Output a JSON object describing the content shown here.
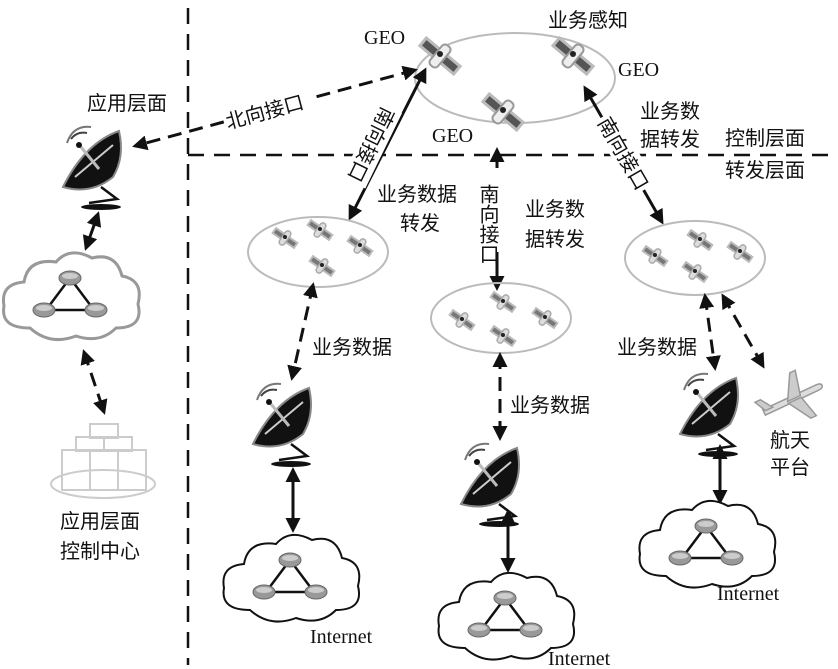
{
  "diagram": {
    "planes": {
      "application": "应用层面",
      "control": "控制层面",
      "forwarding": "转发层面"
    },
    "geo": {
      "label": "GEO",
      "awareness": "业务感知"
    },
    "interfaces": {
      "north": "北向接口",
      "south": "南向接口"
    },
    "flows": {
      "forward_a": [
        "业务数据",
        "转发"
      ],
      "forward_b": [
        "业务数",
        "据转发"
      ],
      "forward_c": [
        "业务数",
        "据转发"
      ],
      "data": "业务数据"
    },
    "nodes": {
      "app_center": [
        "应用层面",
        "控制中心"
      ],
      "aerospace": [
        "航天",
        "平台"
      ],
      "internet": "Internet"
    }
  }
}
